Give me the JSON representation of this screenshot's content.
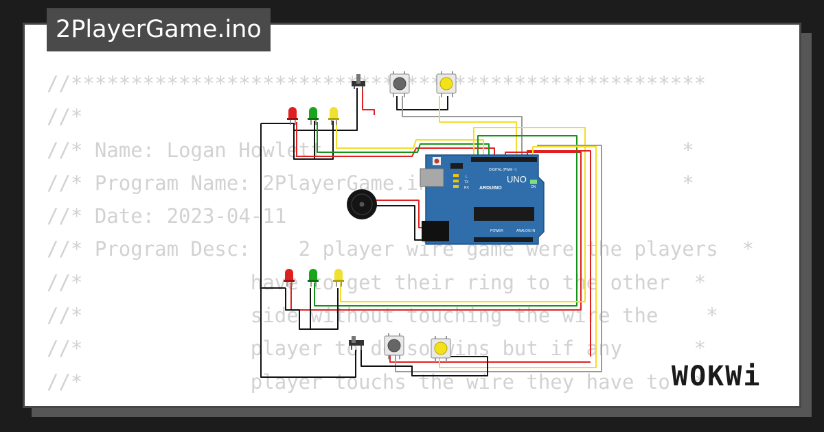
{
  "page": {
    "title": "2PlayerGame.ino",
    "logo_text": "WOKWi"
  },
  "code_lines": [
    "//*****************************************************",
    "//*",
    "//* Name: Logan Howlett                              *",
    "//* Program Name: 2PlayerGame.ino                    *",
    "//* Date: 2023-04-11",
    "//* Program Desc:    2 player wire game were the players  *",
    "//*              have to get their ring to the other  *",
    "//*              side without touching the wire the    *",
    "//*              player to do so wins but if any      *",
    "//*              player touchs the wire they have to  *"
  ],
  "board": {
    "model_label": "UNO",
    "brand_label": "ARDUINO",
    "digital_label": "DIGITAL (PWM ~)",
    "power_label": "POWER",
    "analog_label": "ANALOG IN",
    "on_label": "ON",
    "tx_label": "TX",
    "rx_label": "RX",
    "l_label": "L"
  },
  "colors": {
    "background": "#1c1c1c",
    "card": "#ffffff",
    "title_bg": "#4a4a4a",
    "code_text": "#d2d2d2",
    "board_blue": "#2f6eaa",
    "wire_red": "#e02020",
    "wire_green": "#149414",
    "wire_yellow": "#f3dd2a",
    "wire_black": "#111111",
    "wire_gray": "#9a9a9a",
    "button_yellow": "#f3e21a"
  }
}
